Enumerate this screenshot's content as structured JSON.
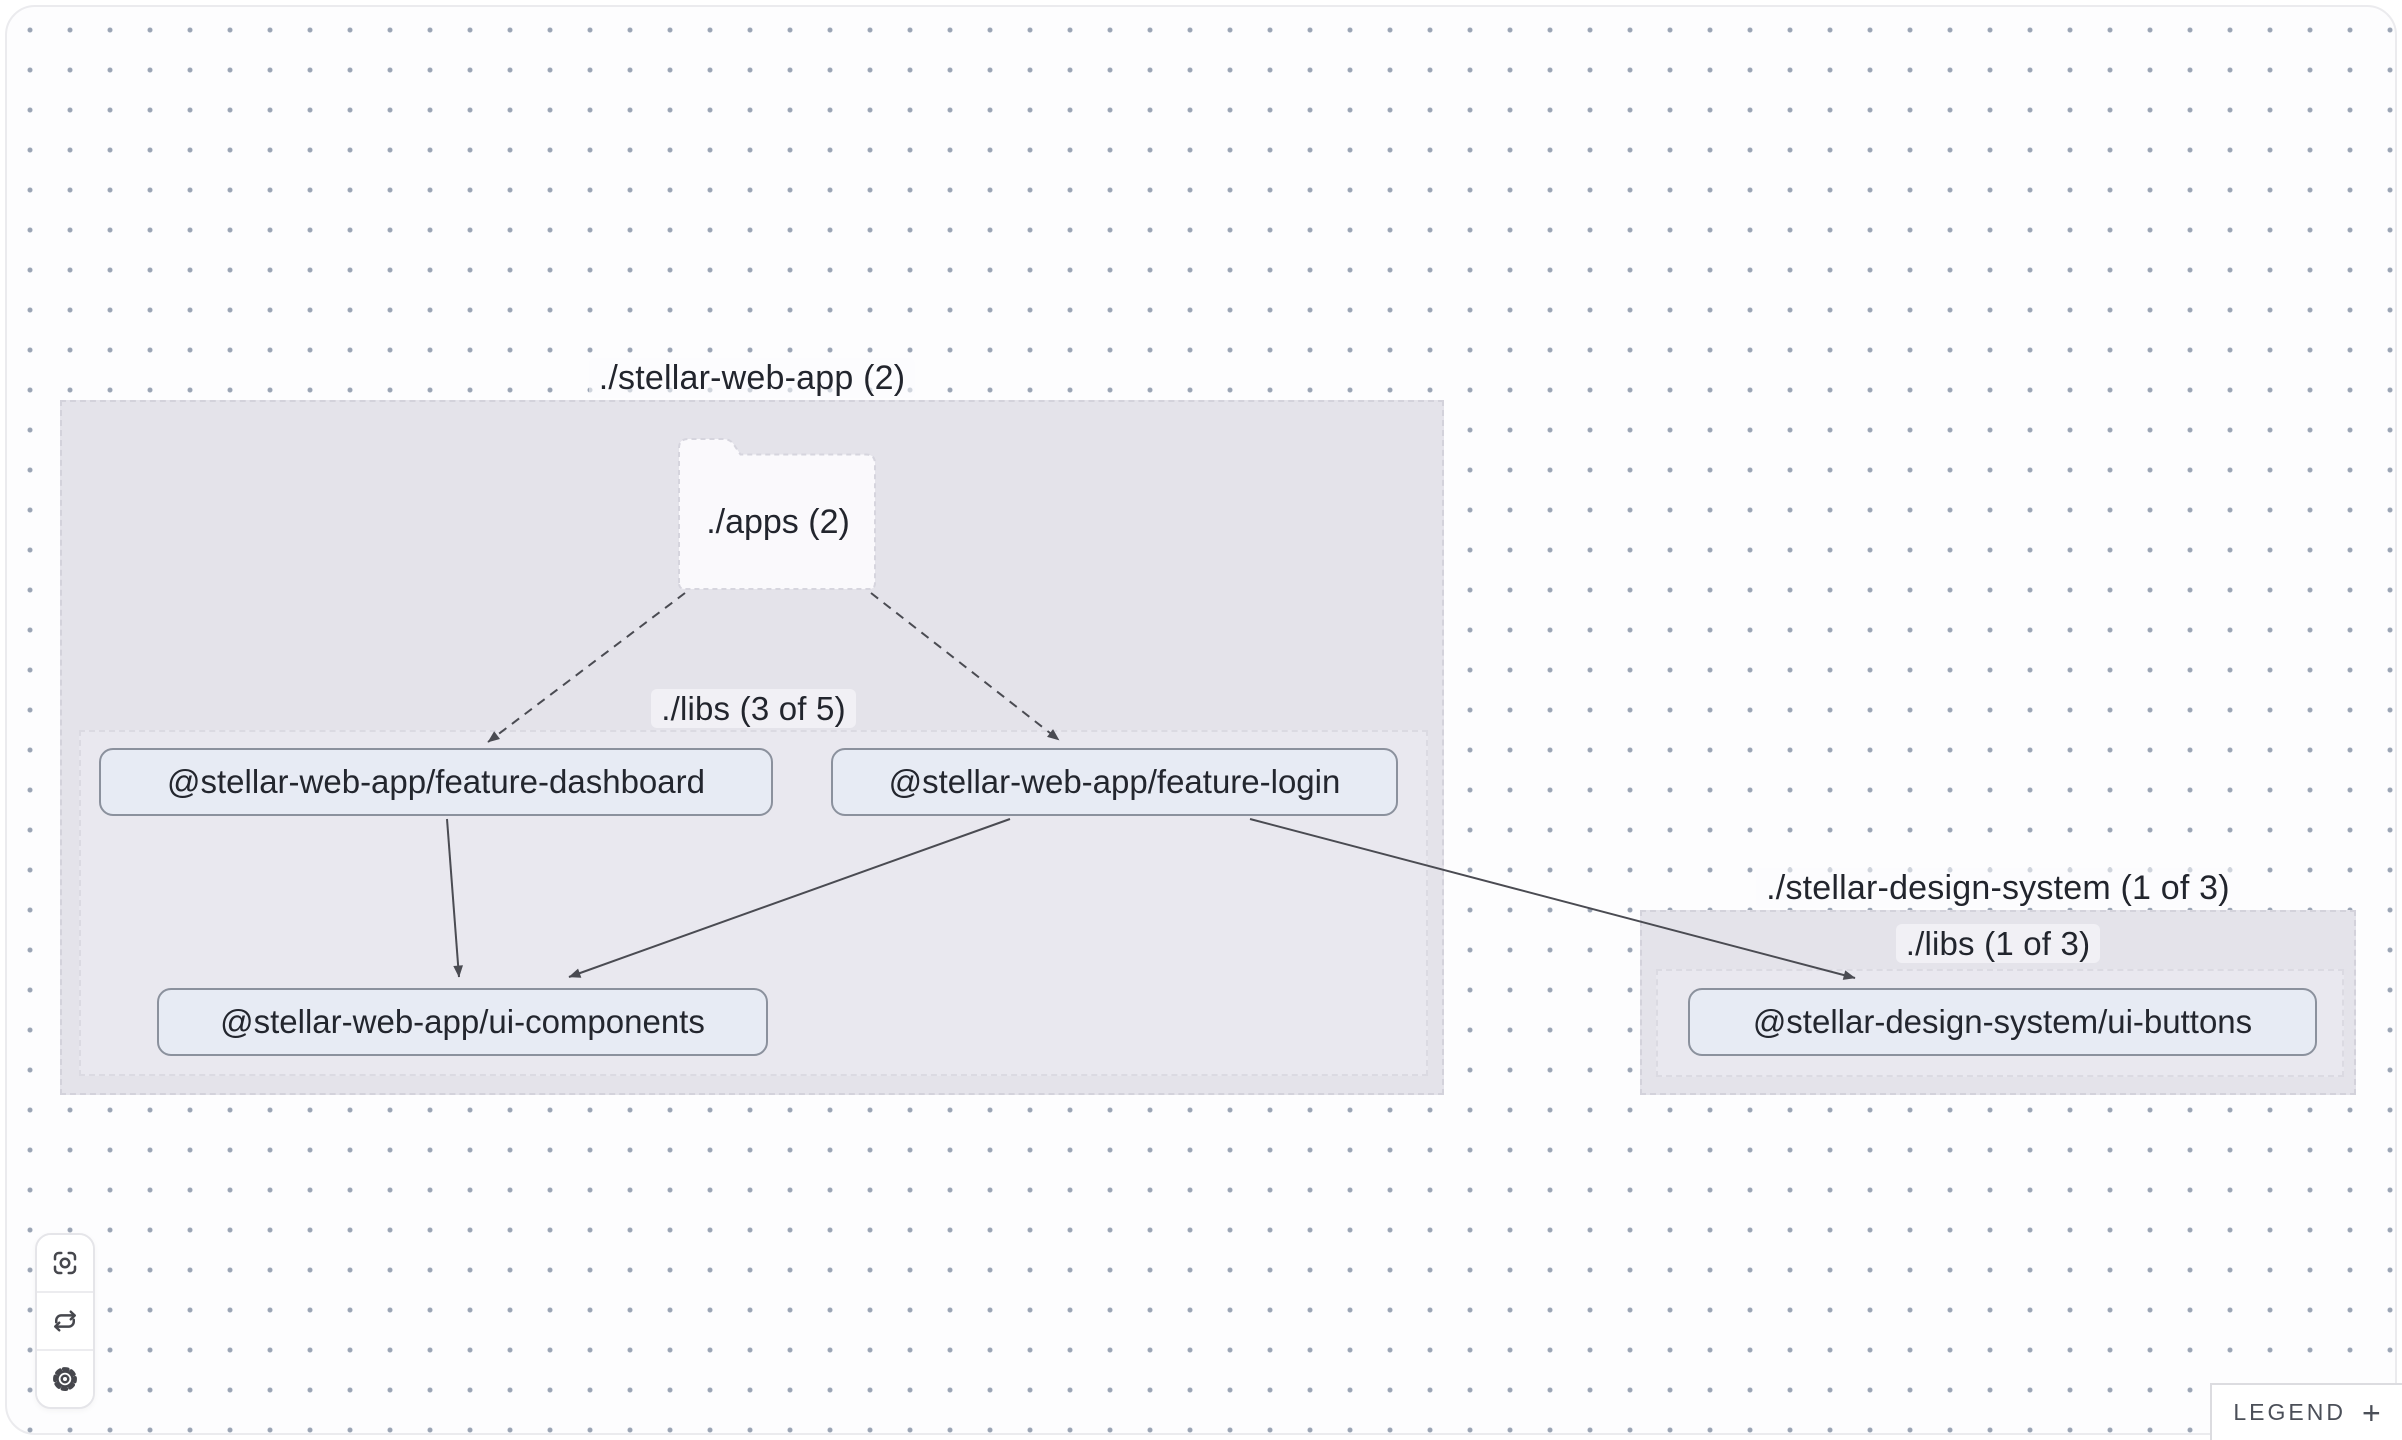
{
  "graph": {
    "groups": [
      {
        "id": "stellar-web-app",
        "label": "./stellar-web-app (2)"
      },
      {
        "id": "stellar-web-app-libs",
        "label": "./libs (3 of 5)"
      },
      {
        "id": "stellar-design-system",
        "label": "./stellar-design-system (1 of 3)"
      },
      {
        "id": "stellar-design-system-libs",
        "label": "./libs (1 of 3)"
      }
    ],
    "folder": {
      "label": "./apps (2)"
    },
    "nodes": [
      {
        "id": "feature-dashboard",
        "label": "@stellar-web-app/feature-dashboard"
      },
      {
        "id": "feature-login",
        "label": "@stellar-web-app/feature-login"
      },
      {
        "id": "ui-components",
        "label": "@stellar-web-app/ui-components"
      },
      {
        "id": "ui-buttons",
        "label": "@stellar-design-system/ui-buttons"
      }
    ],
    "edges": [
      {
        "from": "./apps",
        "to": "feature-dashboard",
        "style": "dashed"
      },
      {
        "from": "./apps",
        "to": "feature-login",
        "style": "dashed"
      },
      {
        "from": "feature-dashboard",
        "to": "ui-components",
        "style": "solid"
      },
      {
        "from": "feature-login",
        "to": "ui-components",
        "style": "solid"
      },
      {
        "from": "feature-login",
        "to": "ui-buttons",
        "style": "solid"
      }
    ]
  },
  "toolbar": {
    "buttons": [
      {
        "icon": "focus-icon"
      },
      {
        "icon": "refresh-icon"
      },
      {
        "icon": "settings-icon"
      }
    ]
  },
  "legend": {
    "label": "LEGEND",
    "toggle": "+"
  },
  "colors": {
    "group_fill": "#e4e3ea",
    "subgroup_fill": "#e9e8ef",
    "node_fill": "#e7ebf4",
    "node_border": "#8b919d",
    "edge": "#4a4b52",
    "dot_grid": "#9aa4b4"
  }
}
